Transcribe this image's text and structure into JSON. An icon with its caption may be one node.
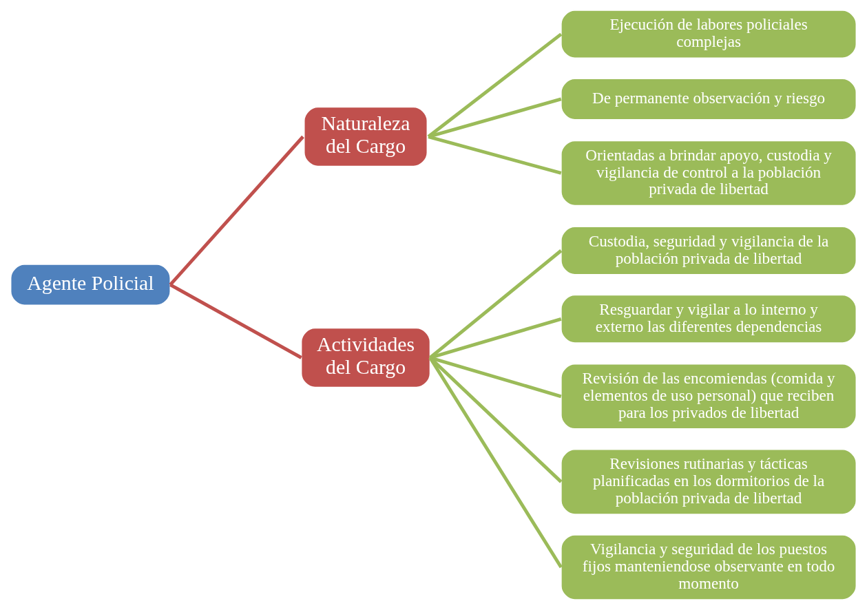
{
  "diagram": {
    "nodes": [
      {
        "text": [
          "Agente Policial"
        ]
      },
      {
        "text": [
          "Naturaleza del Cargo"
        ]
      },
      {
        "text": [
          "Actividades del Cargo"
        ]
      },
      {
        "text": [
          "Ejecución de labores policiales complejas"
        ]
      },
      {
        "text": [
          "De permanente observación y riesgo"
        ]
      },
      {
        "text": [
          "Orientadas a brindar apoyo, custodia y vigilancia de control a la población privada de libertad"
        ]
      },
      {
        "text": [
          "Custodia, seguridad y vigilancia de la población privada de libertad"
        ]
      },
      {
        "text": [
          "Resguardar y vigilar a lo interno y externo las diferentes dependencias"
        ]
      },
      {
        "text": [
          "Revisión de las encomiendas (comida y elementos de uso personal) que reciben para los privados de libertad"
        ]
      },
      {
        "text": [
          "Revisiones rutinarias y tácticas planificadas en los dormitorios de la población privada de libertad"
        ]
      },
      {
        "text": [
          "Vigilancia y seguridad de los puestos fijos manteniendose observante en todo momento"
        ]
      }
    ],
    "edges": [
      {
        "from": 0,
        "to": 1,
        "arrow": "none",
        "color": "#c0504d"
      },
      {
        "from": 0,
        "to": 2,
        "arrow": "none",
        "color": "#c0504d"
      },
      {
        "from": 1,
        "to": 3,
        "arrow": "none"
      },
      {
        "from": 1,
        "to": 4,
        "arrow": "none"
      },
      {
        "from": 1,
        "to": 5,
        "arrow": "none"
      },
      {
        "from": 2,
        "to": 6,
        "arrow": "none"
      },
      {
        "from": 2,
        "to": 7,
        "arrow": "none"
      },
      {
        "from": 2,
        "to": 8,
        "arrow": "none"
      },
      {
        "from": 2,
        "to": 9,
        "arrow": "none"
      },
      {
        "from": 2,
        "to": 10,
        "arrow": "none"
      }
    ]
  }
}
